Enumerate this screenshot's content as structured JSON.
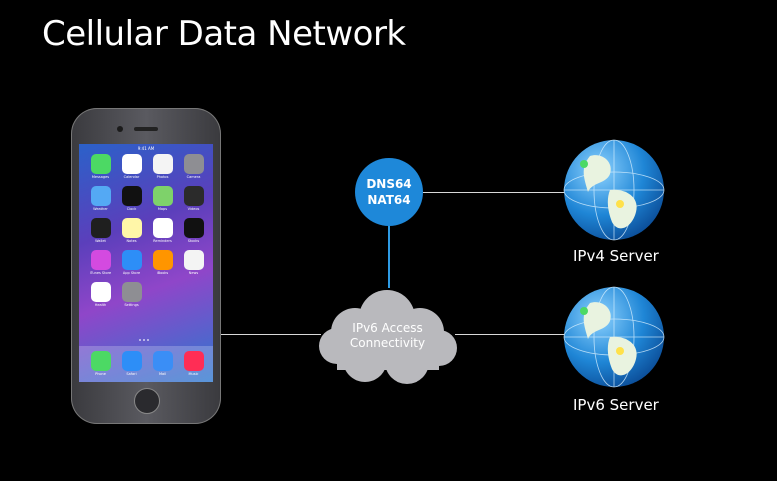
{
  "title": "Cellular Data Network",
  "dns_node": {
    "line1": "DNS64",
    "line2": "NAT64"
  },
  "cloud_node": {
    "line1": "IPv6 Access",
    "line2": "Connectivity"
  },
  "servers": [
    {
      "label": "IPv4 Server"
    },
    {
      "label": "IPv6 Server"
    }
  ],
  "phone": {
    "status_time": "9:41 AM",
    "apps": [
      {
        "label": "Messages",
        "color": "#4cd964"
      },
      {
        "label": "Calendar",
        "color": "#ffffff"
      },
      {
        "label": "Photos",
        "color": "#f4f4f4"
      },
      {
        "label": "Camera",
        "color": "#8e8e93"
      },
      {
        "label": "Weather",
        "color": "#54a9f4"
      },
      {
        "label": "Clock",
        "color": "#111111"
      },
      {
        "label": "Maps",
        "color": "#7ed26a"
      },
      {
        "label": "Videos",
        "color": "#2b2b2b"
      },
      {
        "label": "Wallet",
        "color": "#1f1f1f"
      },
      {
        "label": "Notes",
        "color": "#fff6a8"
      },
      {
        "label": "Reminders",
        "color": "#ffffff"
      },
      {
        "label": "Stocks",
        "color": "#111111"
      },
      {
        "label": "iTunes Store",
        "color": "#d44ae0"
      },
      {
        "label": "App Store",
        "color": "#2d8ef7"
      },
      {
        "label": "iBooks",
        "color": "#ff9500"
      },
      {
        "label": "News",
        "color": "#f4f4f4"
      },
      {
        "label": "Health",
        "color": "#ffffff"
      },
      {
        "label": "Settings",
        "color": "#8e8e93"
      }
    ],
    "dock": [
      {
        "label": "Phone",
        "color": "#4cd964"
      },
      {
        "label": "Safari",
        "color": "#2d8ef7"
      },
      {
        "label": "Mail",
        "color": "#3a8ef6"
      },
      {
        "label": "Music",
        "color": "#ff2d55"
      }
    ]
  }
}
